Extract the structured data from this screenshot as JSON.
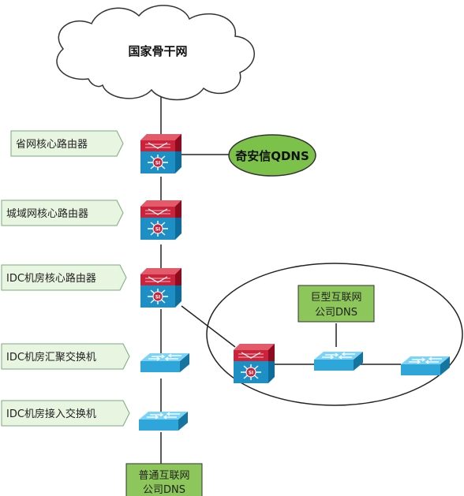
{
  "cloud": {
    "label": "国家骨干网"
  },
  "qdns": {
    "label": "奇安信QDNS",
    "fill": "#7cc24a"
  },
  "labels": {
    "province_core": "省网核心路由器",
    "metro_core": "城域网核心路由器",
    "idc_core": "IDC机房核心路由器",
    "idc_agg": "IDC机房汇聚交换机",
    "idc_access": "IDC机房接入交换机"
  },
  "giant_dns": {
    "line1": "巨型互联网",
    "line2": "公司DNS"
  },
  "normal_dns": {
    "line1": "普通互联网",
    "line2": "公司DNS"
  },
  "icons": {
    "router_badge": "SI"
  },
  "colors": {
    "label_fill": "#e8f5e1",
    "label_stroke": "#7aaa7a",
    "dns_box": "#8dc65a",
    "router_top": "#c9243c",
    "router_bottom": "#1e8fc4",
    "switch": "#2fa6d9"
  }
}
